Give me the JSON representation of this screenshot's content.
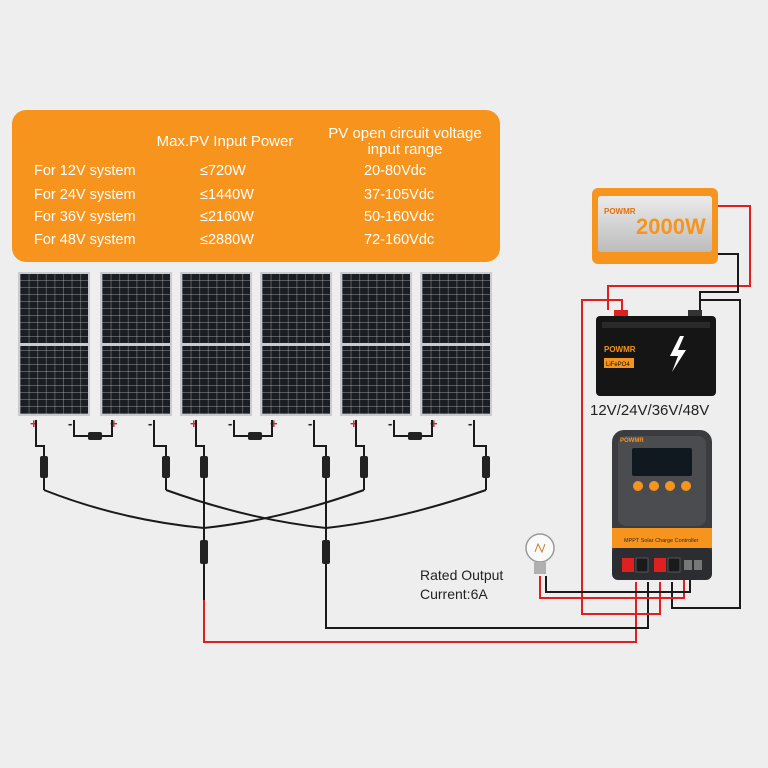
{
  "spec_table": {
    "headers": {
      "power": "Max.PV Input Power",
      "voltage_line1": "PV open circuit voltage",
      "voltage_line2": "input range"
    },
    "rows": [
      {
        "system": "For 12V system",
        "power": "≤720W",
        "voltage": "20-80Vdc"
      },
      {
        "system": "For 24V system",
        "power": "≤1440W",
        "voltage": "37-105Vdc"
      },
      {
        "system": "For 36V system",
        "power": "≤2160W",
        "voltage": "50-160Vdc"
      },
      {
        "system": "For 48V system",
        "power": "≤2880W",
        "voltage": "72-160Vdc"
      }
    ]
  },
  "inverter": {
    "brand": "POWMR",
    "wattage": "2000W"
  },
  "battery": {
    "brand": "POWMR",
    "chemistry": "LiFePO4"
  },
  "battery_voltage_label": "12V/24V/36V/48V",
  "controller": {
    "brand": "POWMR",
    "name": "MPPT Solar Charge Controller"
  },
  "load": {
    "label_line1": "Rated Output",
    "label_line2": "Current:6A"
  },
  "polarity": {
    "plus": "+",
    "minus": "-"
  },
  "colors": {
    "orange": "#f7941d",
    "wire_positive": "#e02020",
    "wire_negative": "#1a1a1a",
    "panel_frame": "#c8cbd0"
  }
}
